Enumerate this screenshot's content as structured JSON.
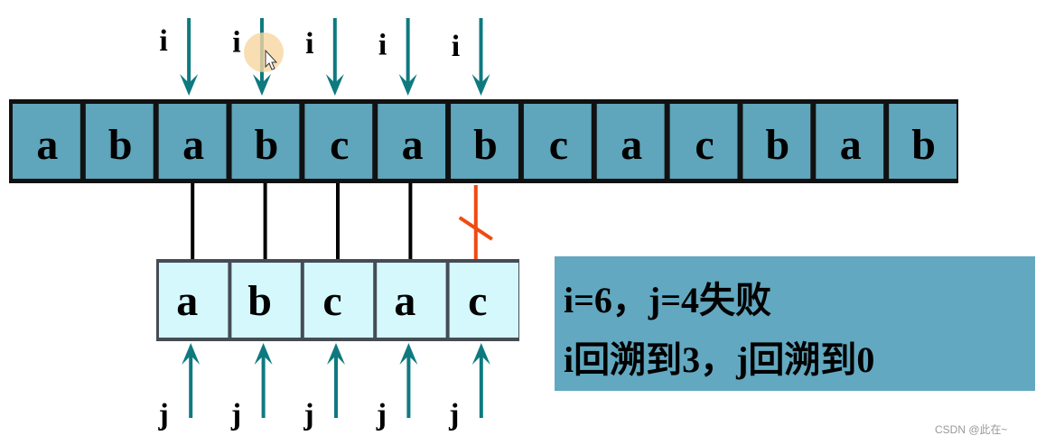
{
  "main_string": [
    "a",
    "b",
    "a",
    "b",
    "c",
    "a",
    "b",
    "c",
    "a",
    "c",
    "b",
    "a",
    "b"
  ],
  "pattern": [
    "a",
    "b",
    "c",
    "a",
    "c"
  ],
  "i_pointer_label": "i",
  "j_pointer_label": "j",
  "i_pointer_positions": [
    2,
    3,
    4,
    5,
    6
  ],
  "j_pointer_positions": [
    0,
    1,
    2,
    3,
    4
  ],
  "matched_pairs": 4,
  "mismatch_index": 4,
  "info": {
    "line1": "i=6，j=4失败",
    "line2": "i回溯到3，j回溯到0"
  },
  "watermark": "CSDN @此在~",
  "colors": {
    "main_cell": "#5fa5bb",
    "pattern_cell": "#d4f8fc",
    "arrow": "#0e7a80",
    "mismatch": "#f04a10",
    "info_box": "#62a8c0",
    "cursor_highlight": "#f7d6a0"
  }
}
